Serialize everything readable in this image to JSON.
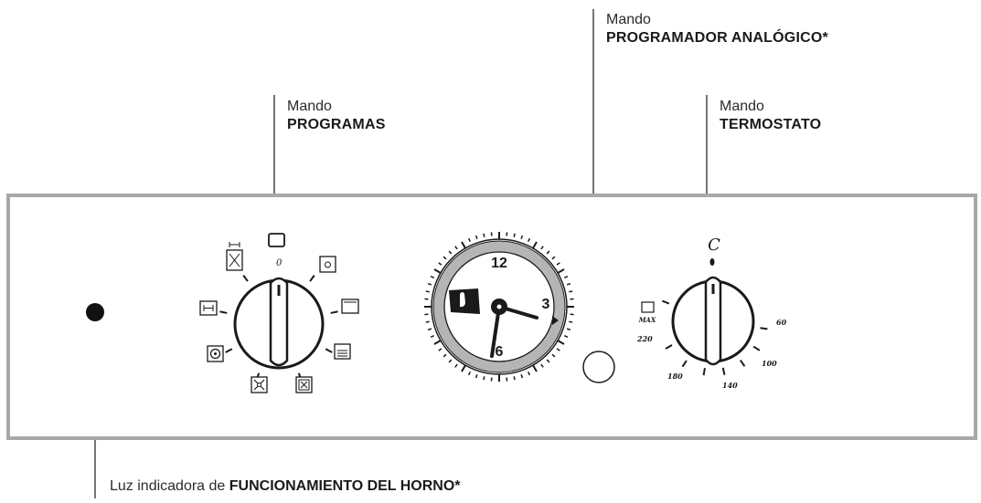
{
  "callouts": {
    "programas": {
      "caption": "Mando",
      "name": "PROGRAMAS"
    },
    "programador": {
      "caption": "Mando",
      "name": "PROGRAMADOR ANALÓGICO*"
    },
    "termostato": {
      "caption": "Mando",
      "name": "TERMOSTATO"
    },
    "luz": {
      "caption": "Luz indicadora de ",
      "name": "FUNCIONAMIENTO DEL HORNO*"
    }
  },
  "programs_dial": {
    "zero_label": "0"
  },
  "timer_dial": {
    "numbers": [
      "12",
      "3",
      "6"
    ]
  },
  "thermostat_dial": {
    "top_label": "C",
    "max_label": "MAX",
    "temperatures": [
      "60",
      "100",
      "140",
      "180",
      "220"
    ]
  },
  "colors": {
    "line": "#1a1a1a",
    "panel_border": "#a8a8a8",
    "ring_gray": "#b5b5b5"
  }
}
